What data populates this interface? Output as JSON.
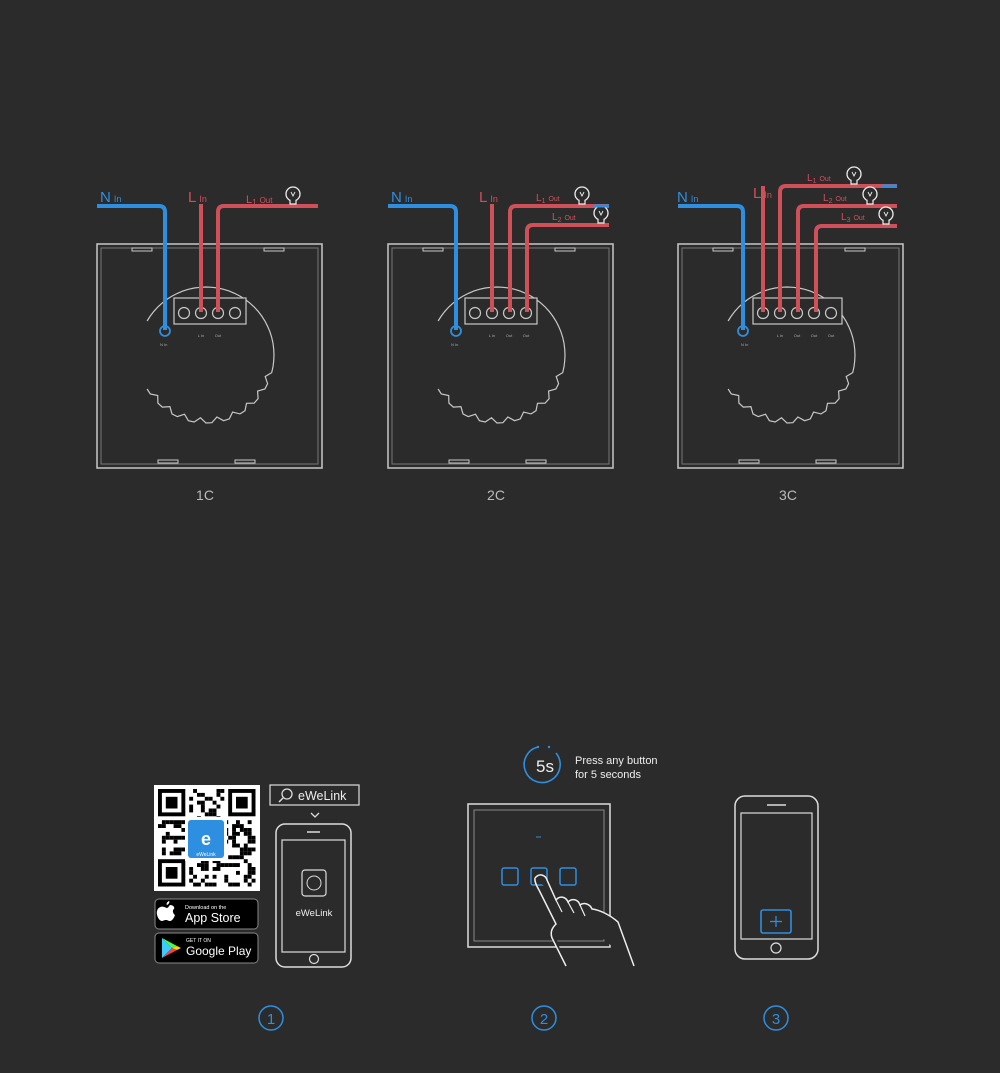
{
  "wiring": {
    "panels": [
      {
        "caption": "1C",
        "n_label": "N",
        "n_sub": "In",
        "l_label": "L",
        "l_sub": "In",
        "outputs": [
          {
            "main": "L",
            "num": "1",
            "sub": "Out"
          }
        ],
        "terminal_labels": [
          "L In",
          "Out"
        ],
        "n_terminal_label": "N In"
      },
      {
        "caption": "2C",
        "n_label": "N",
        "n_sub": "In",
        "l_label": "L",
        "l_sub": "In",
        "outputs": [
          {
            "main": "L",
            "num": "1",
            "sub": "Out"
          },
          {
            "main": "L",
            "num": "2",
            "sub": "Out"
          }
        ],
        "terminal_labels": [
          "L In",
          "Out",
          "Out"
        ],
        "n_terminal_label": "N In"
      },
      {
        "caption": "3C",
        "n_label": "N",
        "n_sub": "In",
        "l_label": "L",
        "l_sub": "In",
        "outputs": [
          {
            "main": "L",
            "num": "1",
            "sub": "Out"
          },
          {
            "main": "L",
            "num": "2",
            "sub": "Out"
          },
          {
            "main": "L",
            "num": "3",
            "sub": "Out"
          }
        ],
        "terminal_labels": [
          "L In",
          "Out",
          "Out",
          "Out"
        ],
        "n_terminal_label": "N In"
      }
    ],
    "colors": {
      "neutral": "#2e8ee0",
      "live": "#d0505a",
      "outline": "#c8c8c8"
    }
  },
  "steps": {
    "timer_label": "5s",
    "press_text_line1": "Press any button",
    "press_text_line2": "for 5 seconds",
    "search_label": "eWeLink",
    "phone_app_label": "eWeLink",
    "qr_logo_letter": "e",
    "qr_logo_text": "eWeLink",
    "app_store": {
      "small": "Download on the",
      "big": "App Store"
    },
    "google_play": {
      "small": "GET IT ON",
      "big": "Google Play"
    },
    "numbers": [
      "1",
      "2",
      "3"
    ],
    "accent": "#2e8ee0"
  }
}
